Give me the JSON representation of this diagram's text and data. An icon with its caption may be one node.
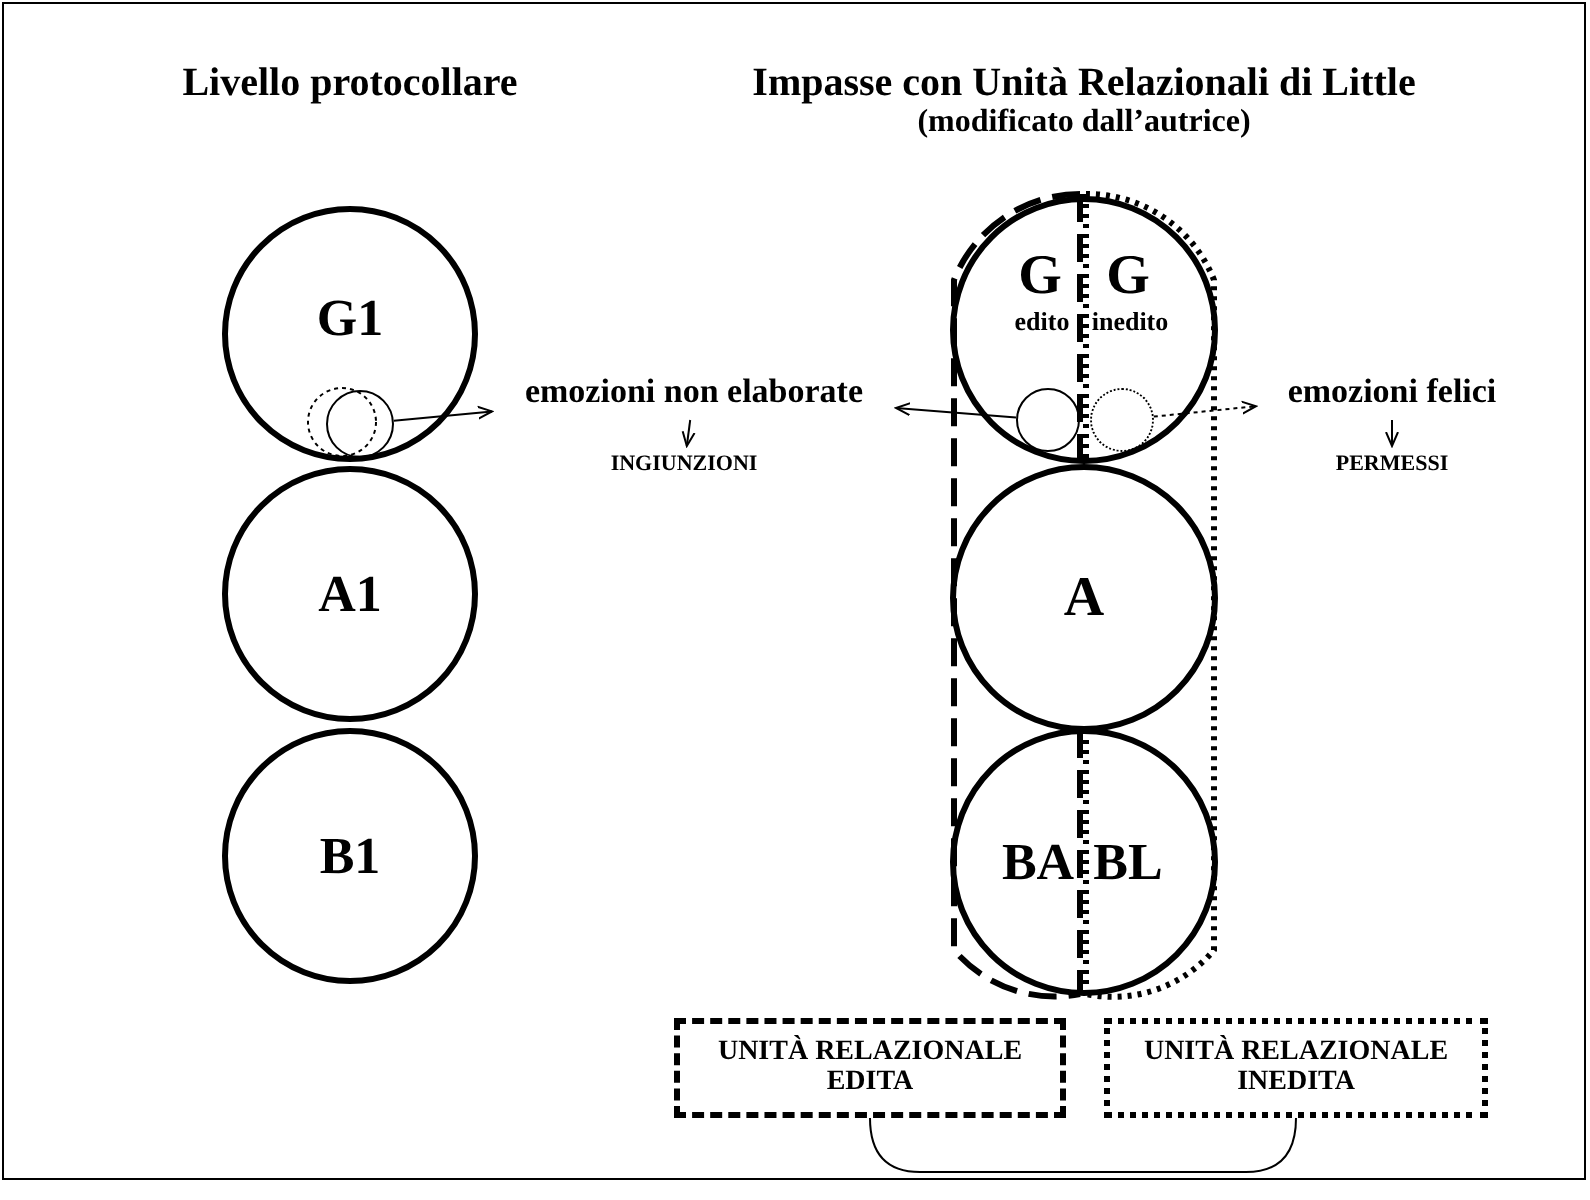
{
  "diagram": {
    "nodes": [
      {
        "text": [
          "G1"
        ]
      },
      {
        "text": [],
        "shape": "circle",
        "in": 0
      },
      {
        "text": [
          "emozioni non elaborate"
        ]
      },
      {
        "text": [
          "INGIUNZIONI"
        ]
      },
      {
        "text": [
          "G",
          "edito",
          "G",
          "inedito"
        ]
      },
      {
        "text": [],
        "shape": "circle",
        "in": 4
      },
      {
        "text": [],
        "shape": "circle",
        "in": 4
      },
      {
        "text": [
          "emozioni felici"
        ]
      },
      {
        "text": [
          "PERMESSI"
        ]
      },
      {
        "text": [
          "A1"
        ]
      },
      {
        "text": [
          "A"
        ]
      },
      {
        "text": [
          "B1"
        ]
      },
      {
        "text": [
          "BA",
          "BL"
        ]
      },
      {
        "text": [
          "UNITÀ RELAZIONALE EDITA"
        ]
      },
      {
        "text": [
          "UNITÀ RELAZIONALE INEDITA"
        ]
      }
    ],
    "edges": [
      {
        "from": 1,
        "to": 2,
        "arrow": "to"
      },
      {
        "from": 2,
        "to": 3,
        "arrow": "to"
      },
      {
        "from": 5,
        "to": 2,
        "arrow": "to"
      },
      {
        "from": 6,
        "to": 7,
        "arrow": "to",
        "style": "dashed"
      },
      {
        "from": 7,
        "to": 8,
        "arrow": "to"
      },
      {
        "from": 13,
        "to": 14,
        "arrow": "none"
      }
    ],
    "labels": [
      "Livello protocollare",
      "Impasse con Unità Relazionali di Little",
      "(modificato dall’autrice)"
    ]
  }
}
